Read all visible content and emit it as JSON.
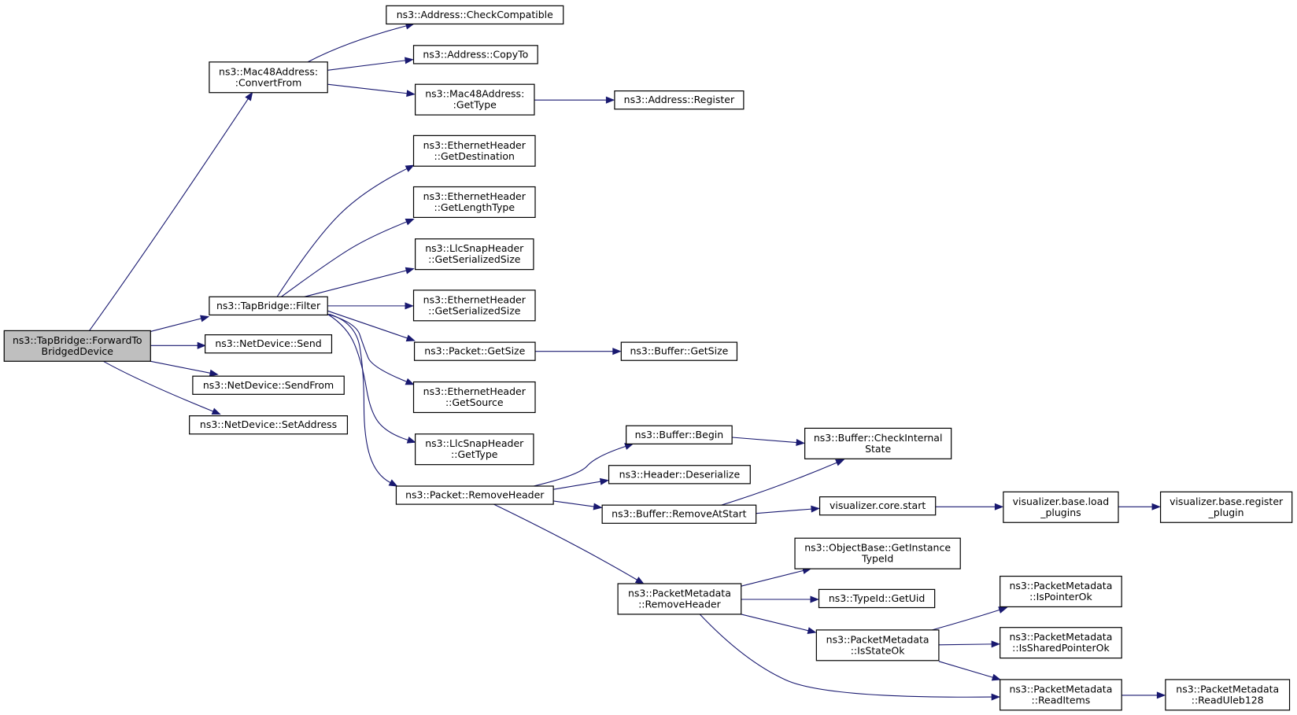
{
  "colors": {
    "edge": "#191970",
    "root_fill": "#bfbfbf",
    "node_fill": "#ffffff",
    "border": "#000000"
  },
  "nodes": [
    {
      "id": "root",
      "lines": [
        "ns3::TapBridge::ForwardTo",
        "BridgedDevice"
      ],
      "root": true
    },
    {
      "id": "mac_convert",
      "lines": [
        "ns3::Mac48Address:",
        ":ConvertFrom"
      ]
    },
    {
      "id": "addr_check",
      "lines": [
        "ns3::Address::CheckCompatible"
      ]
    },
    {
      "id": "addr_copy",
      "lines": [
        "ns3::Address::CopyTo"
      ]
    },
    {
      "id": "mac_gettype",
      "lines": [
        "ns3::Mac48Address:",
        ":GetType"
      ]
    },
    {
      "id": "addr_register",
      "lines": [
        "ns3::Address::Register"
      ]
    },
    {
      "id": "tb_filter",
      "lines": [
        "ns3::TapBridge::Filter"
      ]
    },
    {
      "id": "eth_dest",
      "lines": [
        "ns3::EthernetHeader",
        "::GetDestination"
      ]
    },
    {
      "id": "eth_len",
      "lines": [
        "ns3::EthernetHeader",
        "::GetLengthType"
      ]
    },
    {
      "id": "llc_ser",
      "lines": [
        "ns3::LlcSnapHeader",
        "::GetSerializedSize"
      ]
    },
    {
      "id": "eth_ser",
      "lines": [
        "ns3::EthernetHeader",
        "::GetSerializedSize"
      ]
    },
    {
      "id": "pkt_getsize",
      "lines": [
        "ns3::Packet::GetSize"
      ]
    },
    {
      "id": "buf_getsize",
      "lines": [
        "ns3::Buffer::GetSize"
      ]
    },
    {
      "id": "eth_src",
      "lines": [
        "ns3::EthernetHeader",
        "::GetSource"
      ]
    },
    {
      "id": "llc_type",
      "lines": [
        "ns3::LlcSnapHeader",
        "::GetType"
      ]
    },
    {
      "id": "nd_send",
      "lines": [
        "ns3::NetDevice::Send"
      ]
    },
    {
      "id": "nd_sendfrom",
      "lines": [
        "ns3::NetDevice::SendFrom"
      ]
    },
    {
      "id": "nd_setaddr",
      "lines": [
        "ns3::NetDevice::SetAddress"
      ]
    },
    {
      "id": "pkt_remove",
      "lines": [
        "ns3::Packet::RemoveHeader"
      ]
    },
    {
      "id": "buf_begin",
      "lines": [
        "ns3::Buffer::Begin"
      ]
    },
    {
      "id": "buf_check",
      "lines": [
        "ns3::Buffer::CheckInternal",
        "State"
      ]
    },
    {
      "id": "hdr_deser",
      "lines": [
        "ns3::Header::Deserialize"
      ]
    },
    {
      "id": "buf_remove",
      "lines": [
        "ns3::Buffer::RemoveAtStart"
      ]
    },
    {
      "id": "viz_start",
      "lines": [
        "visualizer.core.start"
      ]
    },
    {
      "id": "viz_load",
      "lines": [
        "visualizer.base.load",
        "_plugins"
      ]
    },
    {
      "id": "viz_reg",
      "lines": [
        "visualizer.base.register",
        "_plugin"
      ]
    },
    {
      "id": "ob_instance",
      "lines": [
        "ns3::ObjectBase::GetInstance",
        "TypeId"
      ]
    },
    {
      "id": "pm_remove",
      "lines": [
        "ns3::PacketMetadata",
        "::RemoveHeader"
      ]
    },
    {
      "id": "tid_uid",
      "lines": [
        "ns3::TypeId::GetUid"
      ]
    },
    {
      "id": "pm_pointer",
      "lines": [
        "ns3::PacketMetadata",
        "::IsPointerOk"
      ]
    },
    {
      "id": "pm_state",
      "lines": [
        "ns3::PacketMetadata",
        "::IsStateOk"
      ]
    },
    {
      "id": "pm_shared",
      "lines": [
        "ns3::PacketMetadata",
        "::IsSharedPointerOk"
      ]
    },
    {
      "id": "pm_read",
      "lines": [
        "ns3::PacketMetadata",
        "::ReadItems"
      ]
    },
    {
      "id": "pm_uleb",
      "lines": [
        "ns3::PacketMetadata",
        "::ReadUleb128"
      ]
    }
  ],
  "edges": [
    [
      "root",
      "mac_convert"
    ],
    [
      "root",
      "tb_filter"
    ],
    [
      "root",
      "nd_send"
    ],
    [
      "root",
      "nd_sendfrom"
    ],
    [
      "root",
      "nd_setaddr"
    ],
    [
      "mac_convert",
      "addr_check"
    ],
    [
      "mac_convert",
      "addr_copy"
    ],
    [
      "mac_convert",
      "mac_gettype"
    ],
    [
      "mac_gettype",
      "addr_register"
    ],
    [
      "tb_filter",
      "eth_dest"
    ],
    [
      "tb_filter",
      "eth_len"
    ],
    [
      "tb_filter",
      "llc_ser"
    ],
    [
      "tb_filter",
      "eth_ser"
    ],
    [
      "tb_filter",
      "pkt_getsize"
    ],
    [
      "tb_filter",
      "eth_src"
    ],
    [
      "tb_filter",
      "llc_type"
    ],
    [
      "tb_filter",
      "pkt_remove"
    ],
    [
      "pkt_getsize",
      "buf_getsize"
    ],
    [
      "pkt_remove",
      "buf_begin"
    ],
    [
      "pkt_remove",
      "hdr_deser"
    ],
    [
      "pkt_remove",
      "buf_remove"
    ],
    [
      "pkt_remove",
      "pm_remove"
    ],
    [
      "buf_begin",
      "buf_check"
    ],
    [
      "buf_remove",
      "buf_check"
    ],
    [
      "buf_remove",
      "viz_start"
    ],
    [
      "viz_start",
      "viz_load"
    ],
    [
      "viz_load",
      "viz_reg"
    ],
    [
      "pm_remove",
      "ob_instance"
    ],
    [
      "pm_remove",
      "tid_uid"
    ],
    [
      "pm_remove",
      "pm_state"
    ],
    [
      "pm_remove",
      "pm_read"
    ],
    [
      "pm_state",
      "pm_pointer"
    ],
    [
      "pm_state",
      "pm_shared"
    ],
    [
      "pm_state",
      "pm_read"
    ],
    [
      "pm_read",
      "pm_uleb"
    ]
  ]
}
